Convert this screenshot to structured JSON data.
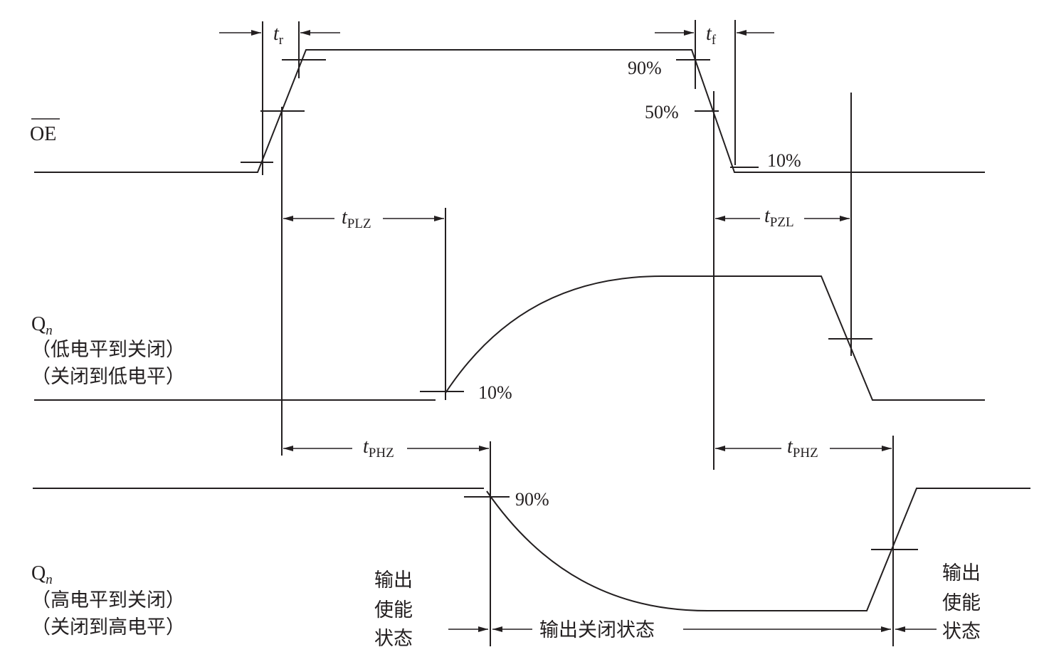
{
  "signals": {
    "oe": "OE",
    "qn1": {
      "name": "Q",
      "subscript": "n",
      "line1": "（低电平到关闭）",
      "line2": "（关闭到低电平）"
    },
    "qn2": {
      "name": "Q",
      "subscript": "n",
      "line1": "（高电平到关闭）",
      "line2": "（关闭到高电平）"
    }
  },
  "timing": {
    "tr": {
      "t": "t",
      "sub": "r"
    },
    "tf": {
      "t": "t",
      "sub": "f"
    },
    "tplz": {
      "t": "t",
      "sub": "PLZ"
    },
    "tpzl": {
      "t": "t",
      "sub": "PZL"
    },
    "tphz1": {
      "t": "t",
      "sub": "PHZ"
    },
    "tphz2": {
      "t": "t",
      "sub": "PHZ"
    }
  },
  "percent": {
    "p90_oe": "90%",
    "p50_oe": "50%",
    "p10_oe": "10%",
    "p10_qn1": "10%",
    "p90_qn2": "90%"
  },
  "states": {
    "enable_left": [
      "输出",
      "使能",
      "状态"
    ],
    "disabled": "输出关闭状态",
    "enable_right": [
      "输出",
      "使能",
      "状态"
    ]
  }
}
